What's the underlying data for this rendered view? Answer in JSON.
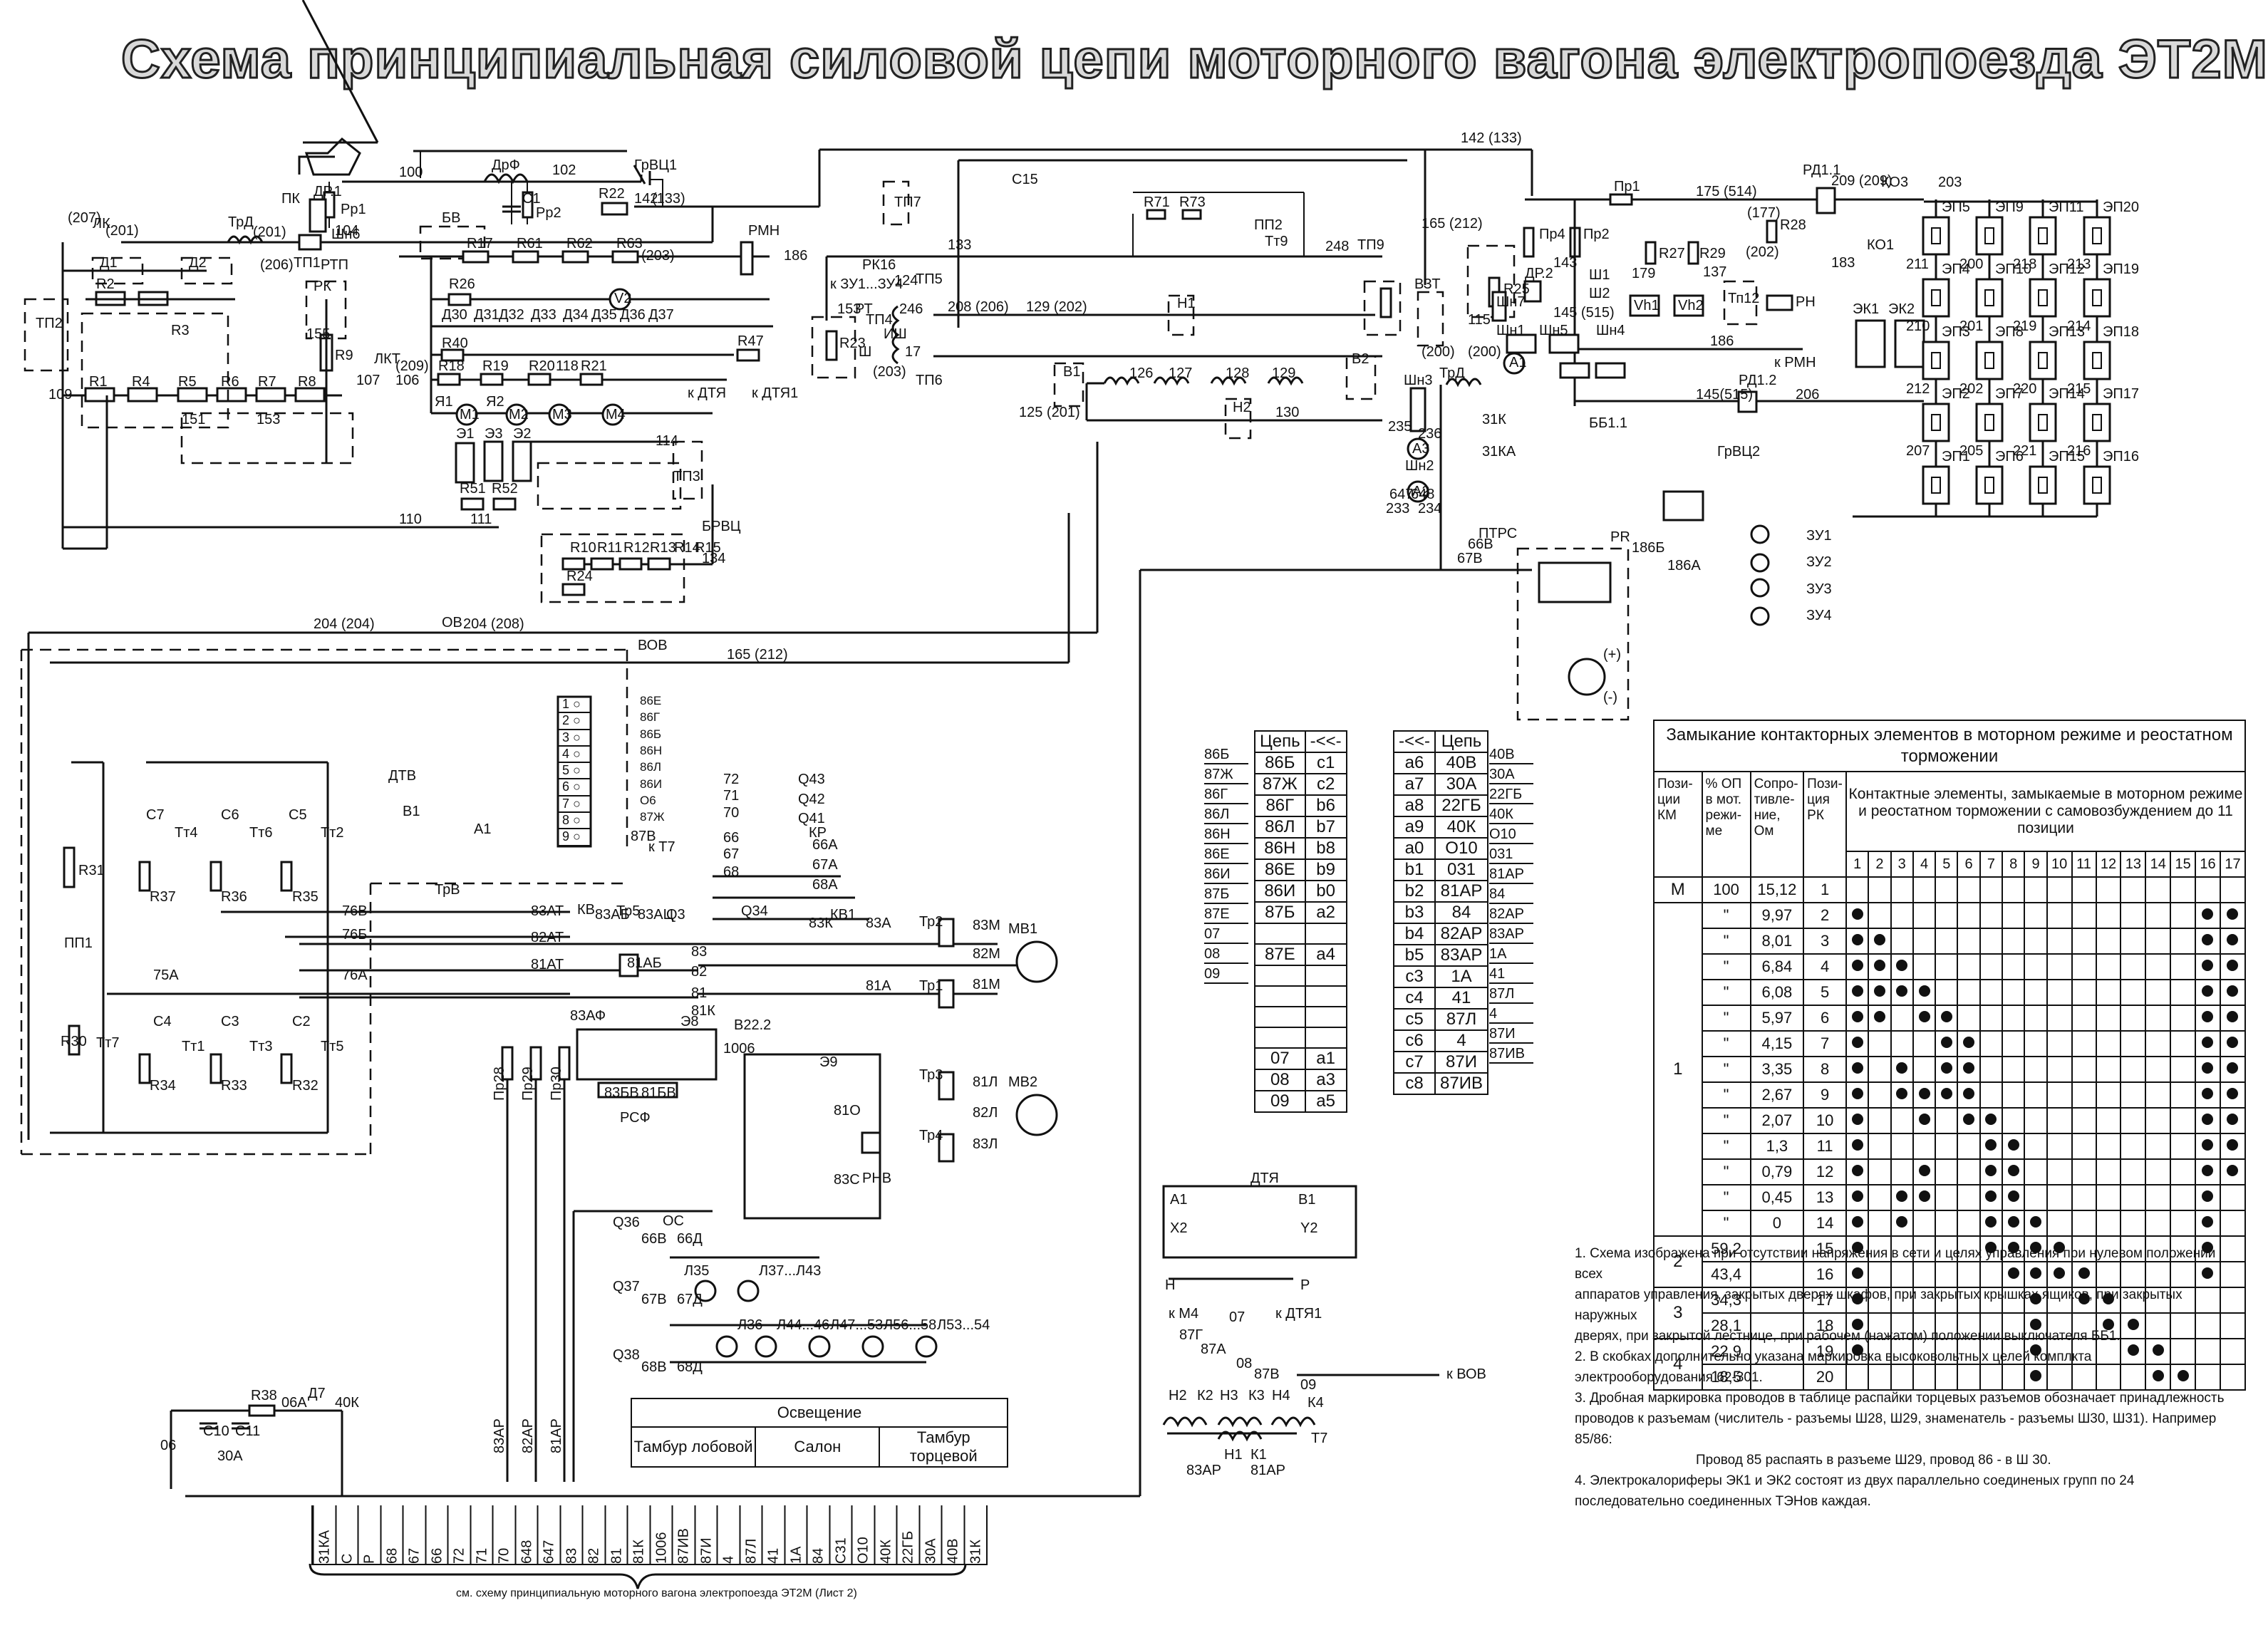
{
  "title": "Схема принципиальная силовой цепи моторного вагона электропоезда ЭТ2М",
  "labels": {
    "pk": "ПК",
    "w100": "100",
    "drf": "ДрФ",
    "w102": "102",
    "c1": "С1",
    "rp1": "Рр1",
    "rp2": "Рр2",
    "r22": "R22",
    "grvc1": "ГрВЦ1",
    "w142": "142",
    "w133": "(133)",
    "w142_133": "142 (133)",
    "dr1": "ДР.1",
    "shn6": "Шн6",
    "w207": "(207)",
    "lk": "ЛК",
    "w201a": "(201)",
    "trd": "ТрД",
    "w201b": "(201)",
    "w104": "104",
    "bv": "БВ",
    "d1": "Д1",
    "d2": "Д2",
    "w206": "(206)",
    "tp1": "ТП1",
    "rtp": "РТП",
    "rk": "РК",
    "tp2": "ТП2",
    "r1": "R1",
    "r2": "R2",
    "r3": "R3",
    "r4": "R4",
    "r5": "R5",
    "r6": "R6",
    "r7": "R7",
    "r8": "R8",
    "r9": "R9",
    "w109": "109",
    "w155": "155",
    "w151": "151",
    "w153": "153",
    "lkt": "ЛКТ",
    "w209": "(209)",
    "w107": "107",
    "w106": "106",
    "r17": "R17",
    "r61": "R61",
    "r62": "R62",
    "r63": "R63",
    "w203": "(203)",
    "rmn": "РМН",
    "w186": "186",
    "r26": "R26",
    "v2": "V2",
    "d30": "Д30",
    "d31": "Д31",
    "d32": "Д32",
    "d33": "Д33",
    "d34": "Д34",
    "d35": "Д35",
    "d36": "Д36",
    "d37": "Д37",
    "r40": "R40",
    "r47": "R47",
    "r18": "R18",
    "r19": "R19",
    "r20": "R20",
    "w118": "118",
    "r21": "R21",
    "m1": "М1",
    "m2": "М2",
    "m3": "М3",
    "m4": "М4",
    "ya1": "Я1",
    "ya2": "Я2",
    "e1": "Э1",
    "e2": "Э2",
    "e3": "Э3",
    "k_dtya": "к ДТЯ",
    "k_dtya1": "к ДТЯ1",
    "r51": "R51",
    "r52": "R52",
    "w110": "110",
    "w111": "111",
    "w114": "114",
    "tp3": "ТП3",
    "brvc": "БРВЦ",
    "r10": "R10",
    "r11": "R11",
    "r12": "R12",
    "r13": "R13",
    "r14": "R14",
    "r15": "R15",
    "r24": "R24",
    "w134": "134",
    "tp7": "ТП7",
    "rk16": "РК16",
    "k_zu": "к ЗУ1...ЗУ4",
    "w153b": "153",
    "rt": "РТ",
    "r23": "R23",
    "sh": "Ш",
    "tp4": "ТП4",
    "ish": "ИШ",
    "w124": "124",
    "tp5": "ТП5",
    "w246": "246",
    "tp6": "ТП6",
    "w17": "17",
    "w203b": "(203)",
    "c15": "С15",
    "r71": "R71",
    "r73": "R73",
    "pp2": "ПП2",
    "tt9": "Тт9",
    "w133b": "133",
    "w248": "248",
    "tp9": "ТП9",
    "w208": "208 (206)",
    "h1": "Н1",
    "w129": "129 (202)",
    "b1": "В1",
    "b2": "В2",
    "w126": "126",
    "w127": "127",
    "w128": "128",
    "w129b": "129",
    "w125": "125 (201)",
    "h2": "Н2",
    "w130": "130",
    "vzt": "ВЗТ",
    "w165": "165 (212)",
    "r25": "R25",
    "shn3": "Шн3",
    "a3": "А3",
    "a2": "А2",
    "shn2": "Шн2",
    "w236": "236",
    "w235": "235",
    "w233": "233",
    "w234": "234",
    "trd2": "ТрД",
    "w200a": "(200)",
    "w200b": "(200)",
    "pr1": "Пр1",
    "pr2": "Пр2",
    "pr4": "Пр4",
    "w143": "143",
    "sh1": "Ш1",
    "sh2": "Ш2",
    "dr2": "ДР.2",
    "shn7": "Шн7",
    "w145": "145 (515)",
    "w175": "175 (514)",
    "r27": "R27",
    "r29": "R29",
    "w179": "179",
    "w137": "137",
    "vh1": "Vh1",
    "vh2": "Vh2",
    "tp12": "Тп12",
    "r28": "R28",
    "w177": "(177)",
    "w202": "(202)",
    "rn": "РН",
    "k_rmn": "к РМН",
    "rd11": "РД1.1",
    "w209b": "209 (209)",
    "ko3": "КО3",
    "ko1": "КО1",
    "w183": "183",
    "ek1": "ЭК1",
    "ek2": "ЭК2",
    "rd12": "РД1.2",
    "w145b": "145(515)",
    "w206b": "206",
    "shn1": "Шн1",
    "shn5": "Шн5",
    "shn4": "Шн4",
    "a1": "А1",
    "w115": "115",
    "w186b": "186",
    "w203c": "203",
    "bb11": "ББ1.1",
    "w31k": "31К",
    "w31ka": "31КА",
    "grvc2": "ГрВЦ2",
    "pr": "РR",
    "ptrs": "ПТРС",
    "w66v": "66В",
    "w67v": "67В",
    "w186v": "186Б",
    "w186a": "186А",
    "w647": "647",
    "w648": "648",
    "zu1": "ЗУ1",
    "zu2": "ЗУ2",
    "zu3": "ЗУ3",
    "zu4": "ЗУ4",
    "plus": "(+)",
    "minus": "(-)",
    "ov": "ОВ",
    "w204a": "204 (204)",
    "w204b": "204 (208)",
    "vov": "ВОВ",
    "w165b": "165 (212)",
    "r31": "R31",
    "pp1": "ПП1",
    "r30": "R30",
    "tt7": "Тт7",
    "c7": "С7",
    "c6": "С6",
    "c5": "С5",
    "c4": "С4",
    "c3": "С3",
    "c2": "С2",
    "r37": "R37",
    "r36": "R36",
    "r35": "R35",
    "r34": "R34",
    "r33": "R33",
    "r32": "R32",
    "tt4": "Тт4",
    "tt6": "Тт6",
    "tt2": "Тт2",
    "tt1": "Тт1",
    "tt3": "Тт3",
    "tt5": "Тт5",
    "dtv": "ДТВ",
    "b1b": "В1",
    "a1b": "А1",
    "w87v": "87В",
    "k_t7": "к Т7",
    "trv": "ТрВ",
    "w76v": "76В",
    "w76b": "76Б",
    "w76a": "76А",
    "w75a": "75А",
    "w83at": "83АТ",
    "w82at": "82АТ",
    "w81at": "81АТ",
    "kv": "КВ",
    "w83ab": "83АБ",
    "tr5": "Тр5",
    "w83ac": "83АЦ",
    "q3": "Q3",
    "w81ab": "81АБ",
    "w83af": "83АФ",
    "e8": "Э8",
    "w83": "83",
    "w82": "82",
    "w81": "81",
    "w81k": "81К",
    "q34": "Q34",
    "w83k": "83К",
    "kv1": "КВ1",
    "w83a": "83А",
    "w81a": "81А",
    "b222": "В22.2",
    "w1006": "1006",
    "tr1": "Тр1",
    "tr2": "Тр2",
    "tr3": "Тр3",
    "tr4": "Тр4",
    "w83m": "83М",
    "w82m": "82М",
    "w81m": "81М",
    "w81l": "81Л",
    "w82l": "82Л",
    "w83l": "83Л",
    "mv1": "МВ1",
    "mv2": "МВ2",
    "e9": "Э9",
    "w810": "81О",
    "w83c": "83С",
    "rnv": "РНВ",
    "w72": "72",
    "w71": "71",
    "w70": "70",
    "q43": "Q43",
    "q42": "Q42",
    "q41": "Q41",
    "w66": "66",
    "w67": "67",
    "w68": "68",
    "kr": "КР",
    "w66a": "66А",
    "w67a": "67А",
    "w68a": "68А",
    "w83bv": "83БВ",
    "w81bv": "81БВ",
    "rsf": "РСФ",
    "pr28": "Пр28",
    "pr29": "Пр29",
    "pr30": "Пр30",
    "w83ap": "83АР",
    "w82ap": "82АР",
    "w81ap": "81АР",
    "q36": "Q36",
    "q37": "Q37",
    "q38": "Q38",
    "os": "ОС",
    "w66b": "66В",
    "w66d": "66Д",
    "w67b": "67В",
    "w67d": "67Д",
    "w68b": "68В",
    "w68d": "68Д",
    "l35": "Л35",
    "l37": "Л37...Л43",
    "l36": "Л36",
    "l44": "Л44...46",
    "l47": "Л47...53",
    "l56": "Л56...58",
    "l53": "Л53...54",
    "r38": "R38",
    "w06a": "06А",
    "d7": "Д7",
    "w40k": "40К",
    "c10": "С10",
    "c11": "С11",
    "w30a": "30А",
    "w06": "06",
    "dtya": "ДТЯ",
    "x2": "Х2",
    "y2": "Y2",
    "b1c": "В1",
    "a1c": "А1",
    "n": "Н",
    "p": "Р",
    "k_m4": "к М4",
    "k_dtya1b": "к ДТЯ1",
    "w07": "07",
    "w87g": "87Г",
    "w87a": "87А",
    "w08": "08",
    "w87vb": "87В",
    "w09": "09",
    "k_vov": "к ВОВ",
    "t7": "Т7",
    "h2b": "Н2",
    "k2": "К2",
    "h3": "Н3",
    "k3": "К3",
    "h4": "Н4",
    "k4": "К4",
    "h1b": "Н1",
    "k1": "К1",
    "w83apb": "83АР",
    "w81apb": "81АР"
  },
  "heaters": {
    "columns": [
      {
        "names": [
          "ЭП5",
          "ЭП4",
          "ЭП3",
          "ЭП2",
          "ЭП1"
        ],
        "wires": [
          "211",
          "210",
          "212",
          "207"
        ]
      },
      {
        "names": [
          "ЭП9",
          "ЭП10",
          "ЭП8",
          "ЭП7",
          "ЭП6"
        ],
        "wires": [
          "200",
          "201",
          "202",
          "205"
        ]
      },
      {
        "names": [
          "ЭП11",
          "ЭП12",
          "ЭП13",
          "ЭП14",
          "ЭП15"
        ],
        "wires": [
          "218",
          "219",
          "220",
          "221"
        ]
      },
      {
        "names": [
          "ЭП20",
          "ЭП19",
          "ЭП18",
          "ЭП17",
          "ЭП16"
        ],
        "wires": [
          "213",
          "214",
          "215",
          "216"
        ]
      }
    ]
  },
  "vov_terminals": {
    "numbers": [
      "1",
      "2",
      "3",
      "4",
      "5",
      "6",
      "7",
      "8",
      "9"
    ],
    "wires": [
      "86Е",
      "86Г",
      "86Б",
      "86Н",
      "86Л",
      "86И",
      "О6",
      "87Ж",
      ""
    ]
  },
  "connector_left": {
    "header": [
      "Цепь",
      "-<<-"
    ],
    "rows": [
      [
        "86Б",
        "c1"
      ],
      [
        "87Ж",
        "c2"
      ],
      [
        "86Г",
        "b6"
      ],
      [
        "86Л",
        "b7"
      ],
      [
        "86Н",
        "b8"
      ],
      [
        "86Е",
        "b9"
      ],
      [
        "86И",
        "b0"
      ],
      [
        "87Б",
        "a2"
      ],
      [
        "",
        ""
      ],
      [
        "87Е",
        "a4"
      ],
      [
        "",
        ""
      ],
      [
        "",
        ""
      ],
      [
        "",
        ""
      ],
      [
        "",
        ""
      ],
      [
        "07",
        "a1"
      ],
      [
        "08",
        "a3"
      ],
      [
        "09",
        "a5"
      ]
    ],
    "side_labels": [
      "86Б",
      "87Ж",
      "86Г",
      "86Л",
      "86Н",
      "86Е",
      "86И",
      "87Б",
      "87Е",
      "07",
      "08",
      "09"
    ]
  },
  "connector_right": {
    "header": [
      "-<<-",
      "Цепь"
    ],
    "rows": [
      [
        "a6",
        "40В"
      ],
      [
        "a7",
        "30А"
      ],
      [
        "a8",
        "22ГБ"
      ],
      [
        "a9",
        "40К"
      ],
      [
        "a0",
        "О10"
      ],
      [
        "b1",
        "031"
      ],
      [
        "b2",
        "81АР"
      ],
      [
        "b3",
        "84"
      ],
      [
        "b4",
        "82АР"
      ],
      [
        "b5",
        "83АР"
      ],
      [
        "c3",
        "1А"
      ],
      [
        "c4",
        "41"
      ],
      [
        "c5",
        "87Л"
      ],
      [
        "c6",
        "4"
      ],
      [
        "c7",
        "87И"
      ],
      [
        "c8",
        "87ИВ"
      ]
    ],
    "side_labels": [
      "40В",
      "30А",
      "22ГБ",
      "40К",
      "О10",
      "031",
      "81АР",
      "84",
      "82АР",
      "83АР",
      "1А",
      "41",
      "87Л",
      "4",
      "87И",
      "87ИВ"
    ]
  },
  "contact_table": {
    "caption": "Замыкание контакторных элементов в моторном режиме и реостатном торможении",
    "headers": {
      "km": "Пози- ции КМ",
      "op": "% ОП в мот. режи- ме",
      "res": "Сопро- тивле- ние, Ом",
      "rk": "Пози- ция РК",
      "elements": "Контактные элементы, замыкаемые в моторном режиме и реостатном торможении с самовозбуждением до 11 позиции"
    },
    "element_numbers": [
      "1",
      "2",
      "3",
      "4",
      "5",
      "6",
      "7",
      "8",
      "9",
      "10",
      "11",
      "12",
      "13",
      "14",
      "15",
      "16",
      "17"
    ],
    "rows": [
      {
        "km": "М",
        "op": "100",
        "res": "15,12",
        "rk": "1",
        "closed": []
      },
      {
        "km": "1",
        "op": "\"",
        "res": "9,97",
        "rk": "2",
        "closed": [
          1,
          16,
          17
        ]
      },
      {
        "km": "1",
        "op": "\"",
        "res": "8,01",
        "rk": "3",
        "closed": [
          1,
          2,
          16,
          17
        ]
      },
      {
        "km": "1",
        "op": "\"",
        "res": "6,84",
        "rk": "4",
        "closed": [
          1,
          2,
          3,
          16,
          17
        ]
      },
      {
        "km": "1",
        "op": "\"",
        "res": "6,08",
        "rk": "5",
        "closed": [
          1,
          2,
          3,
          4,
          16,
          17
        ]
      },
      {
        "km": "1",
        "op": "\"",
        "res": "5,97",
        "rk": "6",
        "closed": [
          1,
          2,
          4,
          5,
          16,
          17
        ]
      },
      {
        "km": "1",
        "op": "\"",
        "res": "4,15",
        "rk": "7",
        "closed": [
          1,
          5,
          6,
          16,
          17
        ]
      },
      {
        "km": "1",
        "op": "\"",
        "res": "3,35",
        "rk": "8",
        "closed": [
          1,
          3,
          5,
          6,
          16,
          17
        ]
      },
      {
        "km": "1",
        "op": "\"",
        "res": "2,67",
        "rk": "9",
        "closed": [
          1,
          3,
          4,
          5,
          6,
          16,
          17
        ]
      },
      {
        "km": "1",
        "op": "\"",
        "res": "2,07",
        "rk": "10",
        "closed": [
          1,
          4,
          6,
          7,
          16,
          17
        ]
      },
      {
        "km": "1",
        "op": "\"",
        "res": "1,3",
        "rk": "11",
        "closed": [
          1,
          7,
          8,
          16,
          17
        ]
      },
      {
        "km": "1",
        "op": "\"",
        "res": "0,79",
        "rk": "12",
        "closed": [
          1,
          4,
          7,
          8,
          16,
          17
        ]
      },
      {
        "km": "1",
        "op": "\"",
        "res": "0,45",
        "rk": "13",
        "closed": [
          1,
          3,
          4,
          7,
          8,
          16
        ]
      },
      {
        "km": "1",
        "op": "\"",
        "res": "0",
        "rk": "14",
        "closed": [
          1,
          3,
          7,
          8,
          9,
          16
        ]
      },
      {
        "km": "2",
        "op": "59,2",
        "res": "",
        "rk": "15",
        "closed": [
          1,
          7,
          8,
          9,
          10,
          16
        ]
      },
      {
        "km": "2",
        "op": "43,4",
        "res": "",
        "rk": "16",
        "closed": [
          1,
          8,
          9,
          10,
          11,
          16
        ]
      },
      {
        "km": "3",
        "op": "34,3",
        "res": "",
        "rk": "17",
        "closed": [
          1,
          9,
          11,
          12
        ]
      },
      {
        "km": "3",
        "op": "28,1",
        "res": "",
        "rk": "18",
        "closed": [
          1,
          9,
          12,
          13
        ]
      },
      {
        "km": "4",
        "op": "22,9",
        "res": "",
        "rk": "19",
        "closed": [
          1,
          9,
          13,
          14
        ]
      },
      {
        "km": "4",
        "op": "18,5",
        "res": "",
        "rk": "20",
        "closed": [
          9,
          14,
          15
        ]
      }
    ]
  },
  "notes": [
    "1. Схема изображена при отсутствии напряжения в сети и целях управления при нулевом положении всех",
    "аппаратов управления, закрытых дверях шкафов, при закрытых крышках ящиков, при закрытых наружных",
    "дверях, при закрытой лестнице, при рабочем (нажатом) положении выключателя ББ1.",
    "2. В скобках дополнительно указана маркировка высоковольтных целей комплкта электрооборудования 62-301.",
    "3. Дробная маркировка проводов в таблице распайки торцевых разъемов обозначает принадлежность проводов к разъемам (числитель - разъемы Ш28, Ш29, знаменатель - разъемы Ш30, Ш31). Например 85/86:",
    "Провод 85 распаять в разъеме Ш29, провод 86 - в Ш 30.",
    "4. Электрокалориферы ЭК1 и ЭК2 состоят из двух параллельно соединеных групп по 24 последовательно соединенных ТЭНов каждая."
  ],
  "lighting_table": {
    "title": "Освещение",
    "columns": [
      "Тамбур лобовой",
      "Салон",
      "Тамбур торцевой"
    ]
  },
  "terminal_strip": {
    "terminals": [
      "31КА",
      "С",
      "Р",
      "68",
      "67",
      "66",
      "72",
      "71",
      "70",
      "648",
      "647",
      "83",
      "82",
      "81",
      "81К",
      "1006",
      "87ИВ",
      "87И",
      "4",
      "87Л",
      "41",
      "1А",
      "84",
      "С31",
      "О10",
      "40К",
      "22ГБ",
      "30А",
      "40В",
      "31К"
    ],
    "note": "см. схему принципиальную моторного вагона электропоезда ЭТ2М (Лист 2)"
  }
}
